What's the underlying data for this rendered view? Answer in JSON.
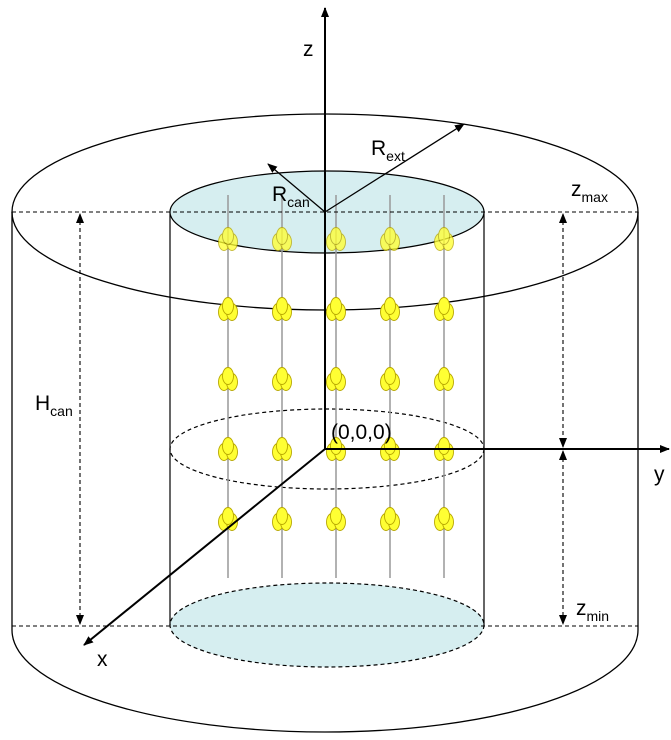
{
  "labels": {
    "z_axis": "z",
    "x_axis": "x",
    "y_axis": "y",
    "origin": "(0,0,0)",
    "r_ext": {
      "main": "R",
      "sub": "ext"
    },
    "r_can": {
      "main": "R",
      "sub": "can"
    },
    "h_can": {
      "main": "H",
      "sub": "can"
    },
    "z_max": {
      "main": "z",
      "sub": "max"
    },
    "z_min": {
      "main": "z",
      "sub": "min"
    }
  },
  "detector": {
    "string_columns": 5,
    "module_rows": 5,
    "colors": {
      "module_fill": "#ffff33",
      "module_stroke": "#b8a800",
      "can_fill": "#d6eef0",
      "string_line": "#999999"
    }
  }
}
